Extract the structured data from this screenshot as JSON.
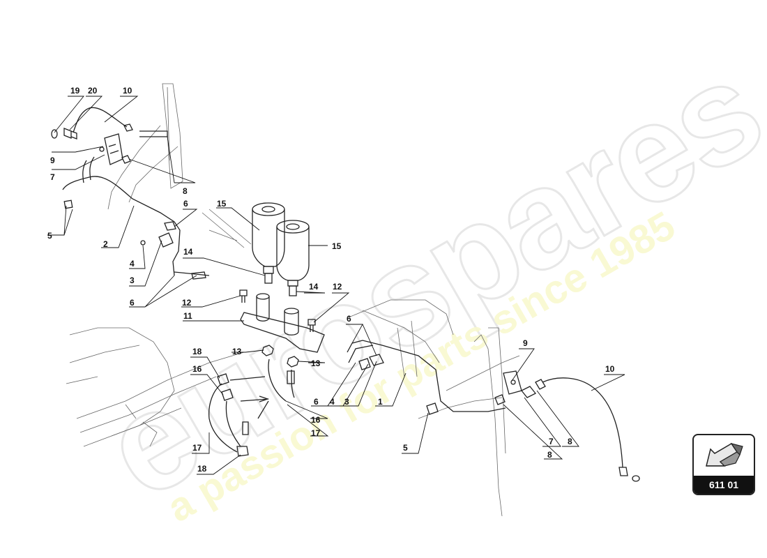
{
  "watermark": {
    "brand": "eurospares",
    "tagline": "a passion for parts since 1985"
  },
  "page_ref": "611 01",
  "callouts": [
    {
      "text": "19"
    },
    {
      "text": "20"
    },
    {
      "text": "10"
    },
    {
      "text": "9"
    },
    {
      "text": "7"
    },
    {
      "text": "8"
    },
    {
      "text": "6"
    },
    {
      "text": "5"
    },
    {
      "text": "2"
    },
    {
      "text": "4"
    },
    {
      "text": "3"
    },
    {
      "text": "6"
    },
    {
      "text": "15"
    },
    {
      "text": "15"
    },
    {
      "text": "14"
    },
    {
      "text": "14"
    },
    {
      "text": "12"
    },
    {
      "text": "12"
    },
    {
      "text": "11"
    },
    {
      "text": "13"
    },
    {
      "text": "13"
    },
    {
      "text": "18"
    },
    {
      "text": "16"
    },
    {
      "text": "17"
    },
    {
      "text": "18"
    },
    {
      "text": "16"
    },
    {
      "text": "17"
    },
    {
      "text": "6"
    },
    {
      "text": "6"
    },
    {
      "text": "4"
    },
    {
      "text": "3"
    },
    {
      "text": "1"
    },
    {
      "text": "5"
    },
    {
      "text": "9"
    },
    {
      "text": "7"
    },
    {
      "text": "8"
    },
    {
      "text": "8"
    },
    {
      "text": "10"
    }
  ]
}
